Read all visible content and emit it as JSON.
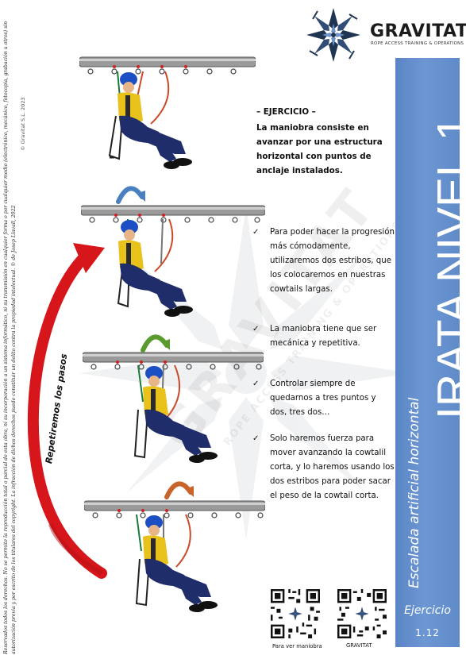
{
  "brand": {
    "name": "GRAVITAT",
    "tagline": "ROPE ACCESS TRAINING & OPERATIONS"
  },
  "copyright": {
    "line1": "Reservados todos los derechos. No se permite la reproducción total o parcial de esta obra, ni su incorporación a un sistema informático, ni su transmisión en cualquier forma o por cualquier medio (electrónico, mecánico, fotocopia, grabación u otros) sin",
    "line2": "autorización previa y por escrito de los titulares del copyright. La infracción de dichos derechos puede constituir un delito contra la propiedad intelectual. © de Josep Llavall, 2022",
    "line3": "© Gravitat S.L. 2023"
  },
  "side_panel": {
    "title": "IRATA NIVEL 1",
    "subtitle": "Escalada artificial horizontal",
    "exercise_label": "Ejercicio",
    "exercise_number": "1.12"
  },
  "exercise": {
    "heading": "– EJERCICIO –",
    "description": "La maniobra consiste en avanzar por una estructura horizontal con puntos de anclaje instalados."
  },
  "bullets": [
    {
      "check": "✓",
      "text": "Para poder hacer la progresión más cómodamente, utilizaremos dos estribos, que los colocaremos en nuestras cowtails largas."
    },
    {
      "check": "✓",
      "text": "La maniobra tiene que ser mecánica y repetitiva."
    },
    {
      "check": "✓",
      "text": "Controlar siempre de quedarnos a tres puntos y dos, tres dos…"
    },
    {
      "check": "✓",
      "text": "Solo haremos fuerza para mover avanzando  la cowtalil corta, y lo haremos usando los dos estribos para poder sacar el peso de la cowtail corta."
    }
  ],
  "cycle_label": "Repetiremos los pasos",
  "qr_codes": [
    {
      "caption": "Para ver maniobra"
    },
    {
      "caption": "GRAVITAT"
    }
  ],
  "colors": {
    "panel_blue": "#6590cc",
    "arrow_red": "#d6161b",
    "step_arrow_blue": "#4a7fc0",
    "step_arrow_green": "#5b9a2e",
    "step_arrow_orange": "#c8642a",
    "helmet_blue": "#1c4fc4",
    "shirt_yellow": "#e8c21a",
    "pants_navy": "#1f2d6b"
  }
}
